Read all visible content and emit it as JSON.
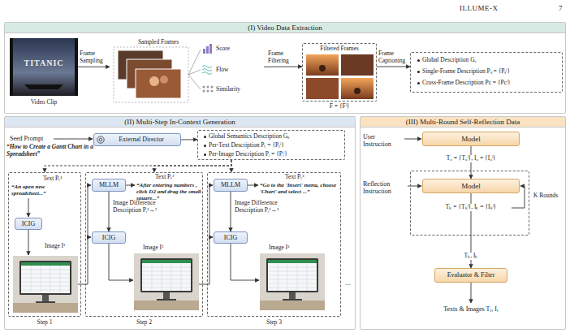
{
  "diagram": {
    "nodes": [
      {
        "text": [
          "(I) Video Data Extraction"
        ]
      },
      {
        "text": [
          "Video Clip"
        ],
        "in": 0
      },
      {
        "text": [
          "Sampled Frames"
        ],
        "in": 0
      },
      {
        "text": [
          "Filtered Frames",
          "F = {Fⁱ}"
        ],
        "in": 0
      },
      {
        "text": [
          "Global Description Gᵥ",
          "Single-Frame Description Pₛ = {Pₛⁱ}",
          "Cross-Frame Description Pc = {Pcⁱ}"
        ],
        "in": 0
      },
      {
        "text": [
          "(II) Multi-Step In-Context Generation"
        ]
      },
      {
        "text": [
          "External Director"
        ],
        "in": 5
      },
      {
        "text": [
          "Global Semantics Description Gₛ",
          "Per-Text Description Pₜ = {Pₜⁱ}",
          "Per-Image Description Pᵢ = {Pᵢⁱ}"
        ],
        "in": 5
      },
      {
        "text": [
          "Text Pₜ¹",
          "“An open new spreadsheet...”",
          "Image I¹",
          "Step 1"
        ],
        "in": 5
      },
      {
        "text": [
          "ICIG"
        ],
        "in": 8
      },
      {
        "text": [
          "Text Pₜ²",
          "“After entering numbers , click D2 and drag the small square...”",
          "Image I²",
          "Step 2"
        ],
        "in": 5
      },
      {
        "text": [
          "MLLM"
        ],
        "in": 10
      },
      {
        "text": [
          "ICIG"
        ],
        "in": 10
      },
      {
        "text": [
          "Text Pₜ³",
          "“Go to the 'Insert' menu, choose 'Chart' and select ...”",
          "Image I³",
          "Step 3"
        ],
        "in": 5
      },
      {
        "text": [
          "MLLM"
        ],
        "in": 13
      },
      {
        "text": [
          "ICIG"
        ],
        "in": 13
      },
      {
        "text": [
          "(III) Multi-Round Self-Reflection Data"
        ]
      },
      {
        "text": [
          "Model"
        ],
        "in": 16
      },
      {
        "text": [
          "K Rounds"
        ],
        "in": 16
      },
      {
        "text": [
          "Model"
        ],
        "in": 18
      },
      {
        "text": [
          "Evaluator & Filter"
        ],
        "in": 16
      }
    ],
    "edges": [
      {
        "from": 1,
        "to": 2,
        "arrow": "to",
        "label": "Frame Sampling"
      },
      {
        "from": 2,
        "to": 3,
        "arrow": "to",
        "label": "Frame Filtering"
      },
      {
        "from": 3,
        "to": 4,
        "arrow": "to",
        "label": "Frame Captioning"
      },
      {
        "from": 6,
        "to": 7,
        "arrow": "to"
      },
      {
        "from": 7,
        "to": 8,
        "arrow": "to"
      },
      {
        "from": 7,
        "to": 10,
        "arrow": "to"
      },
      {
        "from": 7,
        "to": 13,
        "arrow": "to"
      },
      {
        "from": 11,
        "to": 12,
        "arrow": "to",
        "label": "Image Difference Description Pᵢ¹→²"
      },
      {
        "from": 14,
        "to": 15,
        "arrow": "to",
        "label": "Image Difference Description Pᵢ²→³"
      },
      {
        "from": 17,
        "to": 19,
        "arrow": "to",
        "label": "T₀ = {T₀ⁱ}, I₀ = {I₀ⁱ}"
      },
      {
        "from": 19,
        "to": 20,
        "arrow": "to",
        "label": "Tₖ, Iₖ"
      }
    ],
    "labels": [
      "ILLUME-X",
      "7",
      "TITANIC",
      "Score",
      "Flow",
      "Similarity",
      "Seed Prompt",
      "“How to Create a Gantt Chart in a Spreadsheet”",
      "...",
      "User Instruction",
      "Reflection Instruction",
      "Tₖ = {Tₖⁱ}, Iₖ = {Iₖⁱ}",
      "Texts & Images Tᵣ, Iᵣ"
    ]
  }
}
